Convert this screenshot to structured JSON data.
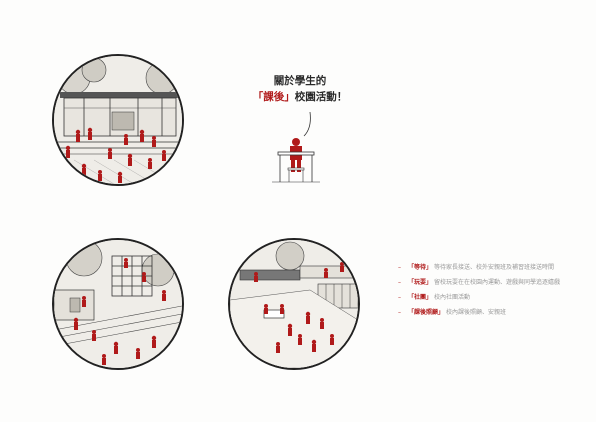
{
  "heading": {
    "line1": "關於學生的",
    "line2_accent": "「課後」",
    "line2_rest": "校園活動！"
  },
  "legend": [
    {
      "dash": "–",
      "key": "「等待」",
      "desc": "等待家長接送、校外安親班及補習班接送時間"
    },
    {
      "dash": "–",
      "key": "「玩耍」",
      "desc": "留校玩耍在在校園內運動、遊戲與同學追逐嬉戲"
    },
    {
      "dash": "–",
      "key": "「社團」",
      "desc": "校內社團活動"
    },
    {
      "dash": "–",
      "key": "「課後照顧」",
      "desc": "校內課後照顧、安親班"
    }
  ],
  "colors": {
    "accent": "#b01a1a",
    "ink": "#222222"
  }
}
